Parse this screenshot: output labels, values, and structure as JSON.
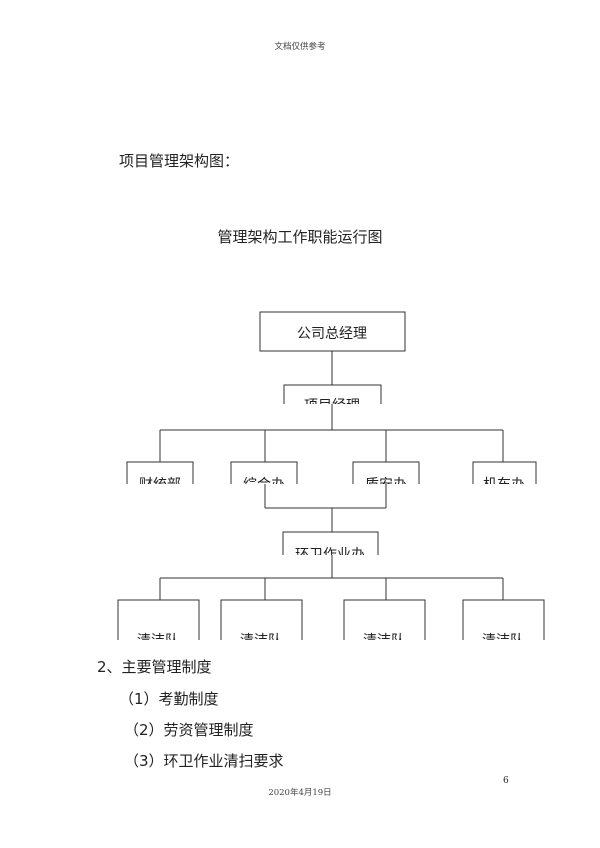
{
  "header": {
    "text": "文档仅供参考"
  },
  "section_title": "项目管理架构图：",
  "chart_title": "管理架构工作职能运行图",
  "org_chart": {
    "top": "公司总经理",
    "level2": "项目经理",
    "departments": [
      "财统部",
      "综合办",
      "质安办",
      "机车办"
    ],
    "level4": "环卫作业办",
    "teams": [
      "清洁队",
      "清洁队",
      "清洁队",
      "清洁队"
    ]
  },
  "heading2": "2、主要管理制度",
  "items": [
    "（1）考勤制度",
    "（2）劳资管理制度",
    "（3）环卫作业清扫要求"
  ],
  "page_number": "6",
  "footer": {
    "date": "2020年4月19日"
  }
}
